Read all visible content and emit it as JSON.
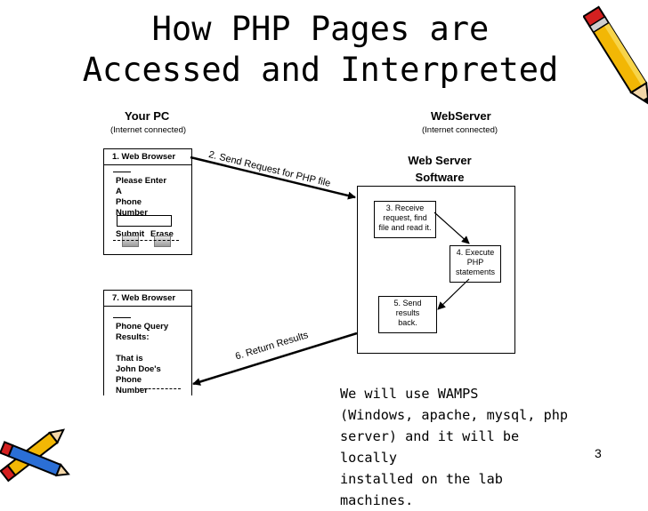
{
  "slide": {
    "title_line1": "How PHP Pages are",
    "title_line2": "Accessed and Interpreted",
    "page_number": "3"
  },
  "your_pc": {
    "label": "Your PC",
    "sublabel": "(Internet connected)"
  },
  "web_server": {
    "label": "WebServer",
    "sublabel": "(Internet connected)",
    "software_line1": "Web Server",
    "software_line2": "Software"
  },
  "browser1": {
    "title": "1. Web Browser",
    "form_line1": "Please Enter",
    "form_line2": "A",
    "form_line3": "Phone",
    "form_line4": "Number",
    "submit_label": "Submit",
    "erase_label": "Erase"
  },
  "browser7": {
    "title": "7. Web Browser",
    "line1": "Phone Query",
    "line2": "Results:",
    "line3": "That is",
    "line4": "John Doe's",
    "line5": "Phone",
    "line6": "Number"
  },
  "steps": {
    "send_request": "2. Send Request for PHP file",
    "receive_line1": "3. Receive",
    "receive_line2": "request, find",
    "receive_line3": "file and read it.",
    "execute_line1": "4. Execute",
    "execute_line2": "PHP",
    "execute_line3": "statements",
    "send_results_line1": "5. Send",
    "send_results_line2": "results",
    "send_results_line3": "back.",
    "return_results": "6. Return Results"
  },
  "note": {
    "line1": "We will use WAMPS",
    "line2": "(Windows, apache, mysql, php",
    "line3": "server) and it will be locally",
    "line4": "installed on the lab machines."
  },
  "clipart": [
    "pencil-icon",
    "pencils-icon"
  ]
}
